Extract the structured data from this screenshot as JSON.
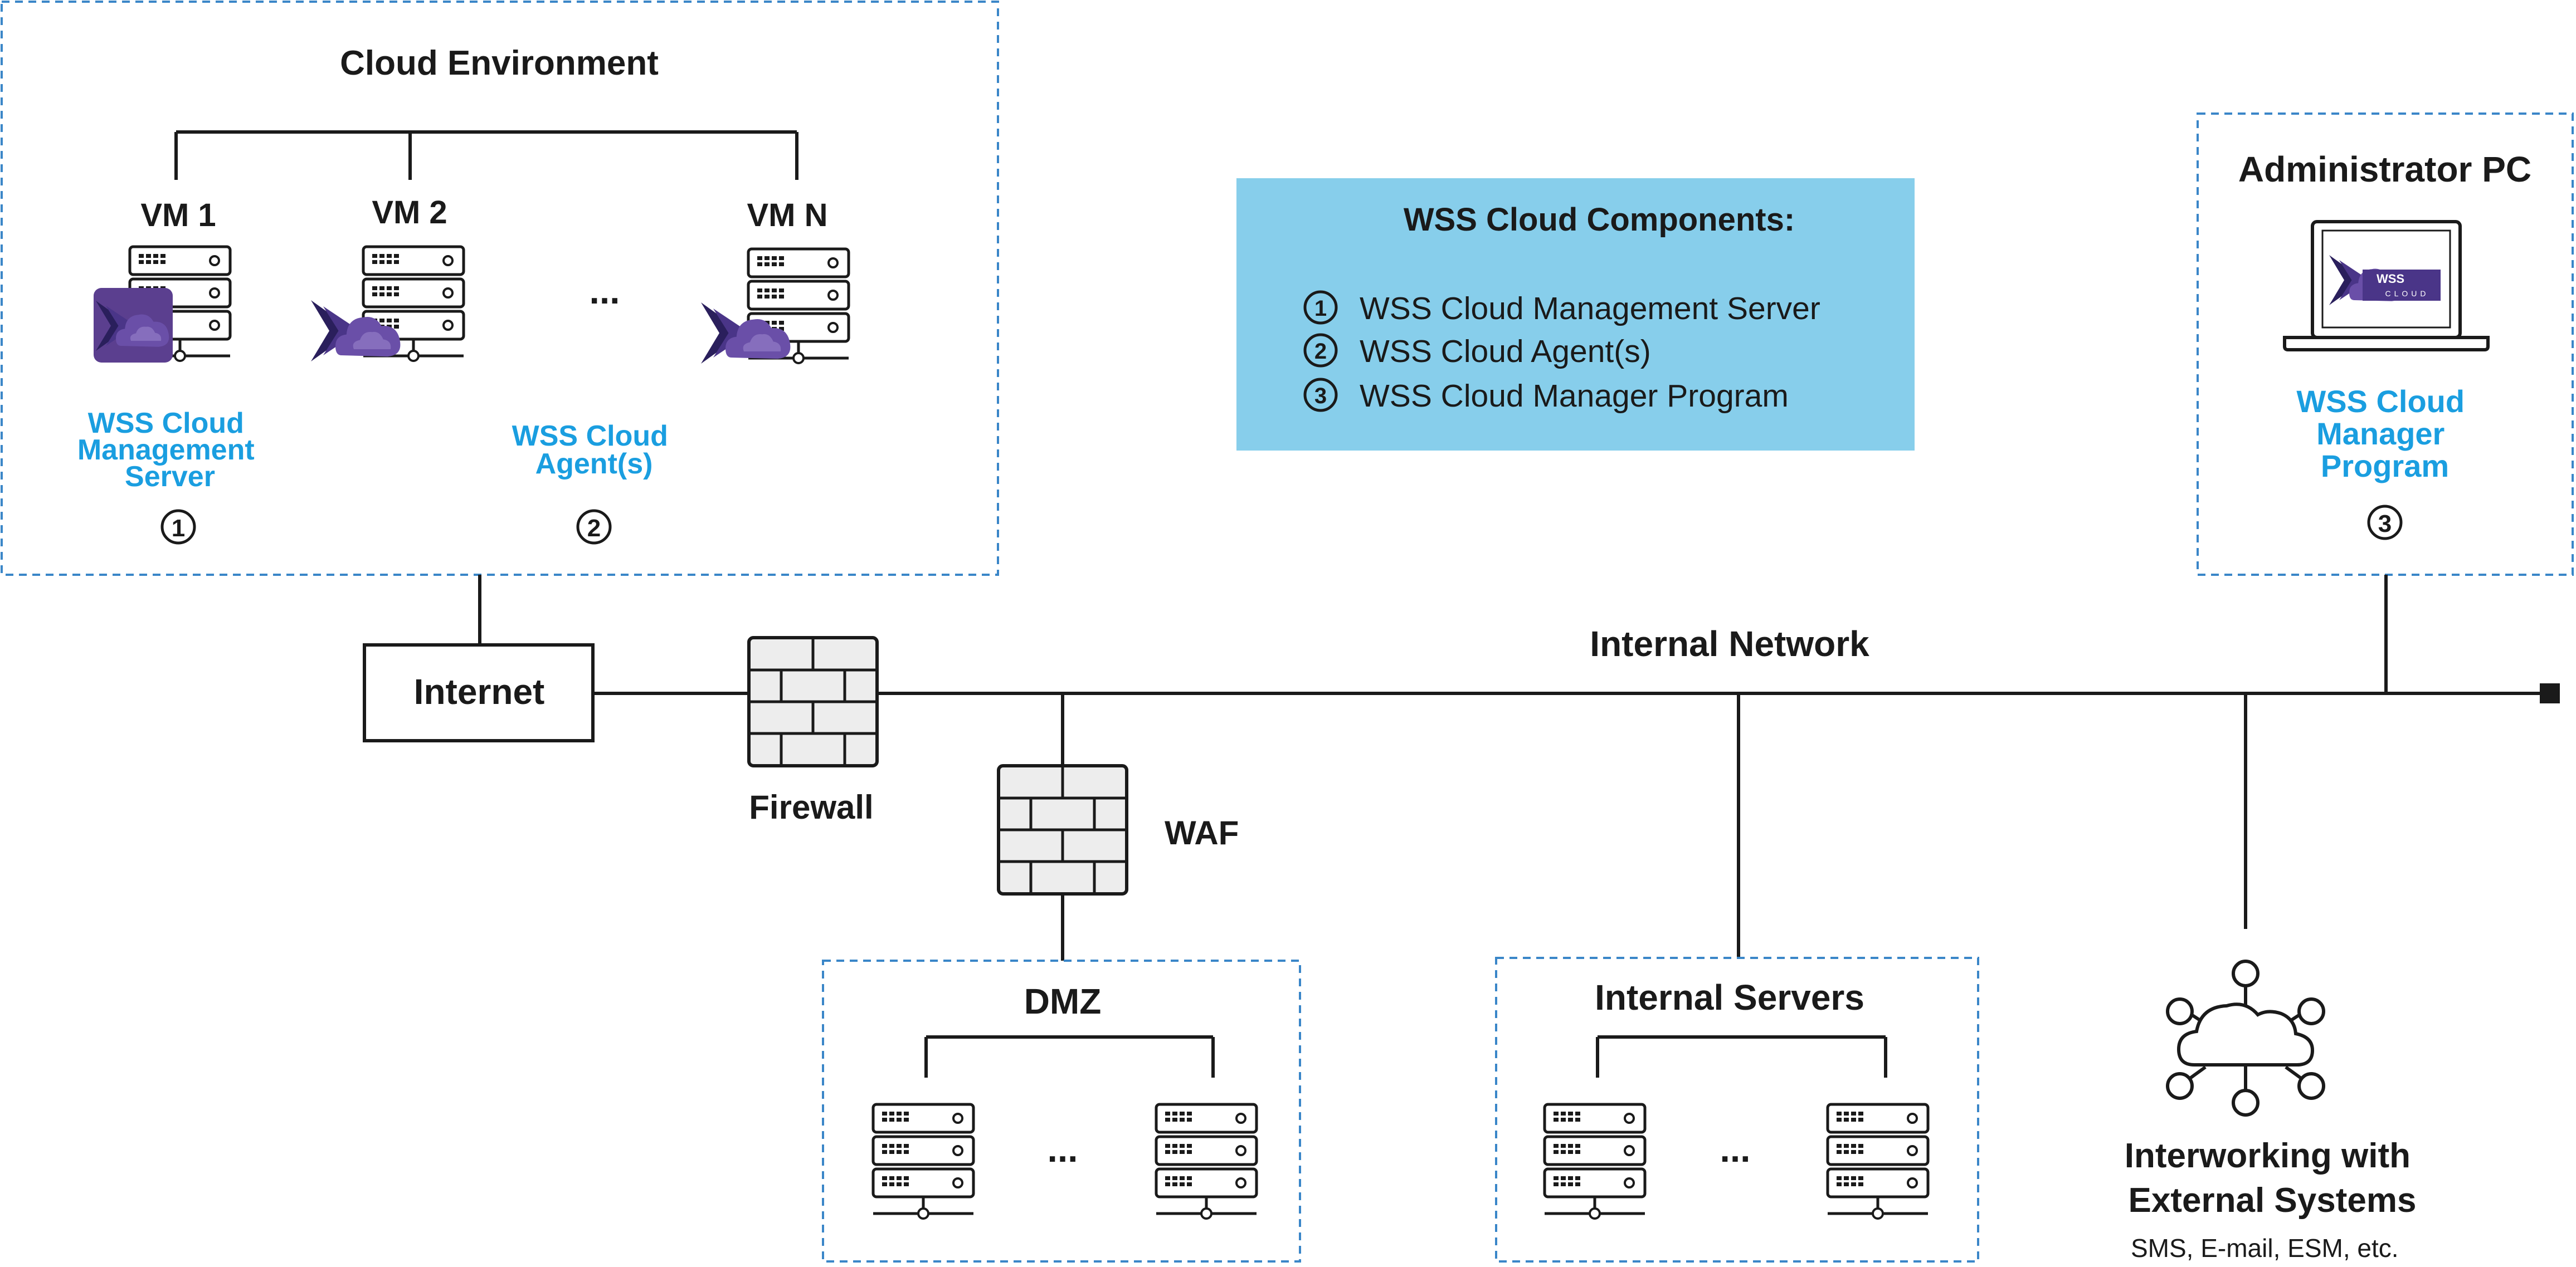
{
  "cloud": {
    "title": "Cloud Environment",
    "vm1": "VM 1",
    "vm2": "VM 2",
    "vmn": "VM N",
    "ellipsis": "...",
    "mgmt_label": [
      "WSS Cloud",
      "Management",
      "Server"
    ],
    "agent_label": [
      "WSS Cloud",
      "Agent(s)"
    ],
    "mgmt_num": "1",
    "agent_num": "2"
  },
  "components": {
    "title": "WSS Cloud Components:",
    "items": [
      {
        "num": "1",
        "label": "WSS Cloud Management Server"
      },
      {
        "num": "2",
        "label": "WSS Cloud Agent(s)"
      },
      {
        "num": "3",
        "label": "WSS Cloud Manager Program"
      }
    ]
  },
  "admin": {
    "title": "Administrator PC",
    "screen_logo": "WSS",
    "screen_logo_sub": "CLOUD",
    "label": [
      "WSS Cloud",
      "Manager",
      "Program"
    ],
    "num": "3"
  },
  "network": {
    "internet": "Internet",
    "firewall": "Firewall",
    "waf": "WAF",
    "internal_network": "Internal Network"
  },
  "dmz": {
    "title": "DMZ",
    "ellipsis": "..."
  },
  "internal_servers": {
    "title": "Internal Servers",
    "ellipsis": "..."
  },
  "external": {
    "title": [
      "Interworking with",
      "External Systems"
    ],
    "subtitle": "SMS, E-mail, ESM, etc."
  },
  "colors": {
    "accent_blue": "#1a9ee0",
    "components_box": "#87ceeb",
    "dashed_border": "#3a86c8",
    "logo_purple": "#5b3f8f"
  }
}
